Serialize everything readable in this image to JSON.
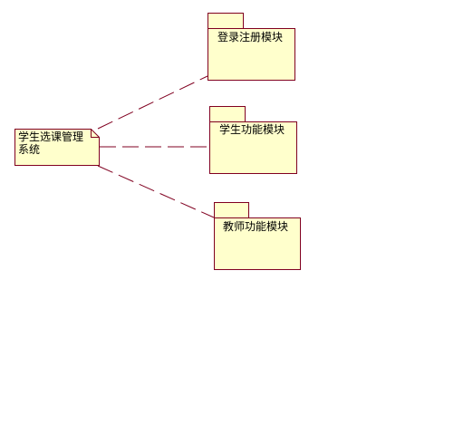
{
  "diagram": {
    "note": {
      "lines": [
        "学生选课管理",
        "系统"
      ]
    },
    "packages": [
      {
        "label": "登录注册模块"
      },
      {
        "label": "学生功能模块"
      },
      {
        "label": "教师功能模块"
      }
    ],
    "colors": {
      "fill": "#ffffcc",
      "border": "#800020",
      "text": "#000000"
    }
  }
}
